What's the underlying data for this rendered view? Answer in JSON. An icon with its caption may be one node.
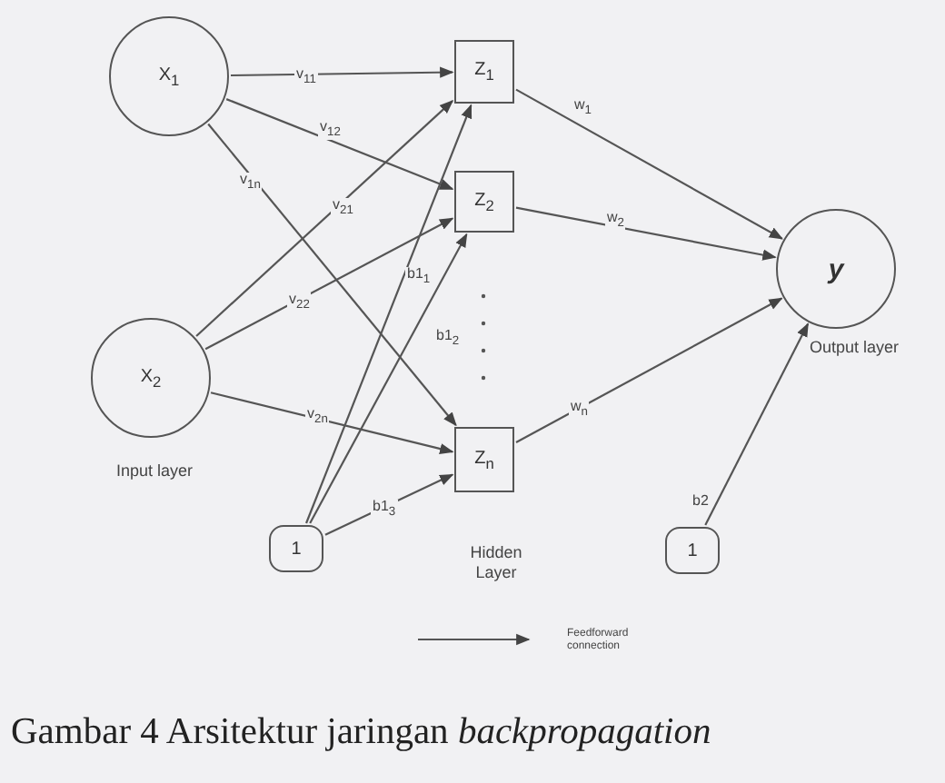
{
  "diagram": {
    "caption": "Gambar 4 Arsitektur jaringan *backpropagation*",
    "nodes": [
      {
        "text": [
          "X$_{1}$"
        ]
      },
      {
        "text": [
          "X$_{2}$"
        ]
      },
      {
        "text": [
          "Z$_{1}$"
        ]
      },
      {
        "text": [
          "Z$_{2}$"
        ]
      },
      {
        "text": [
          "Z$_{n}$"
        ]
      },
      {
        "text": [
          "y"
        ]
      },
      {
        "text": [
          "1"
        ]
      },
      {
        "text": [
          "1"
        ]
      }
    ],
    "edges": [
      {
        "from": 0,
        "to": 2,
        "arrow": "to",
        "label": "v$_{11}$"
      },
      {
        "from": 0,
        "to": 3,
        "arrow": "to",
        "label": "v$_{12}$"
      },
      {
        "from": 0,
        "to": 4,
        "arrow": "to",
        "label": "v$_{1n}$"
      },
      {
        "from": 1,
        "to": 2,
        "arrow": "to",
        "label": "v$_{21}$"
      },
      {
        "from": 1,
        "to": 3,
        "arrow": "to",
        "label": "v$_{22}$"
      },
      {
        "from": 1,
        "to": 4,
        "arrow": "to",
        "label": "v$_{2n}$"
      },
      {
        "from": 6,
        "to": 2,
        "arrow": "to",
        "label": "b1$_{1}$"
      },
      {
        "from": 6,
        "to": 3,
        "arrow": "to",
        "label": "b1$_{2}$"
      },
      {
        "from": 6,
        "to": 4,
        "arrow": "to",
        "label": "b1$_{3}$"
      },
      {
        "from": 2,
        "to": 5,
        "arrow": "to",
        "label": "w$_{1}$"
      },
      {
        "from": 3,
        "to": 5,
        "arrow": "to",
        "label": "w$_{2}$"
      },
      {
        "from": 4,
        "to": 5,
        "arrow": "to",
        "label": "w$_{n}$"
      },
      {
        "from": 7,
        "to": 5,
        "arrow": "to",
        "label": "b2"
      }
    ],
    "labels": [
      "Input layer",
      "Hidden Layer",
      "Output layer"
    ],
    "legend": [
      {
        "text": "Feedforward connection"
      }
    ]
  }
}
